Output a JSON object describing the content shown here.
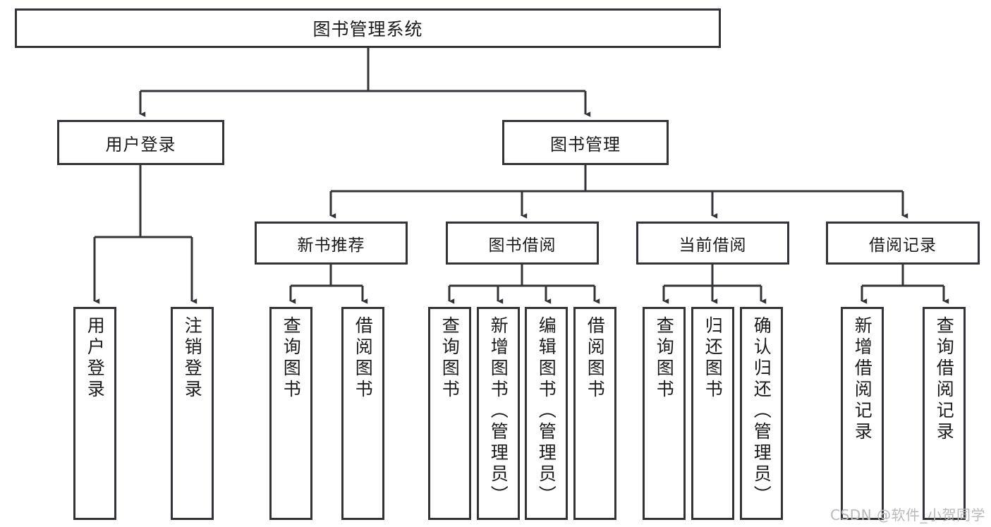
{
  "diagram": {
    "title": "图书管理系统",
    "type": "tree-structure-chart",
    "watermark": "CSDN @软件_小贺同学",
    "line_color": "#33343a",
    "box_fill": "#ffffff",
    "text_color": "#1b1b1b",
    "watermark_color": "#b9b9b9"
  },
  "nodes": {
    "root": {
      "label": "图书管理系统"
    },
    "level1": [
      {
        "id": "user-login",
        "label": "用户登录"
      },
      {
        "id": "book-management",
        "label": "图书管理"
      }
    ],
    "level2": [
      {
        "id": "new-book-recommend",
        "label": "新书推荐"
      },
      {
        "id": "book-borrow",
        "label": "图书借阅"
      },
      {
        "id": "current-borrow",
        "label": "当前借阅"
      },
      {
        "id": "borrow-record",
        "label": "借阅记录"
      }
    ],
    "leaves": {
      "user-login": [
        {
          "id": "leaf-user-login",
          "label": "用户登录"
        },
        {
          "id": "leaf-logout-login",
          "label": "注销登录"
        }
      ],
      "new-book-recommend": [
        {
          "id": "leaf-query-book-1",
          "label": "查询图书"
        },
        {
          "id": "leaf-borrow-book-1",
          "label": "借阅图书"
        }
      ],
      "book-borrow": [
        {
          "id": "leaf-query-book-2",
          "label": "查询图书"
        },
        {
          "id": "leaf-add-book",
          "label": "新增图书（管理员）"
        },
        {
          "id": "leaf-edit-book",
          "label": "编辑图书（管理员）"
        },
        {
          "id": "leaf-borrow-book-2",
          "label": "借阅图书"
        }
      ],
      "current-borrow": [
        {
          "id": "leaf-query-book-3",
          "label": "查询图书"
        },
        {
          "id": "leaf-return-book",
          "label": "归还图书"
        },
        {
          "id": "leaf-confirm-return",
          "label": "确认归还（管理员）"
        }
      ],
      "borrow-record": [
        {
          "id": "leaf-add-record",
          "label": "新增借阅记录"
        },
        {
          "id": "leaf-query-record",
          "label": "查询借阅记录"
        }
      ]
    }
  }
}
